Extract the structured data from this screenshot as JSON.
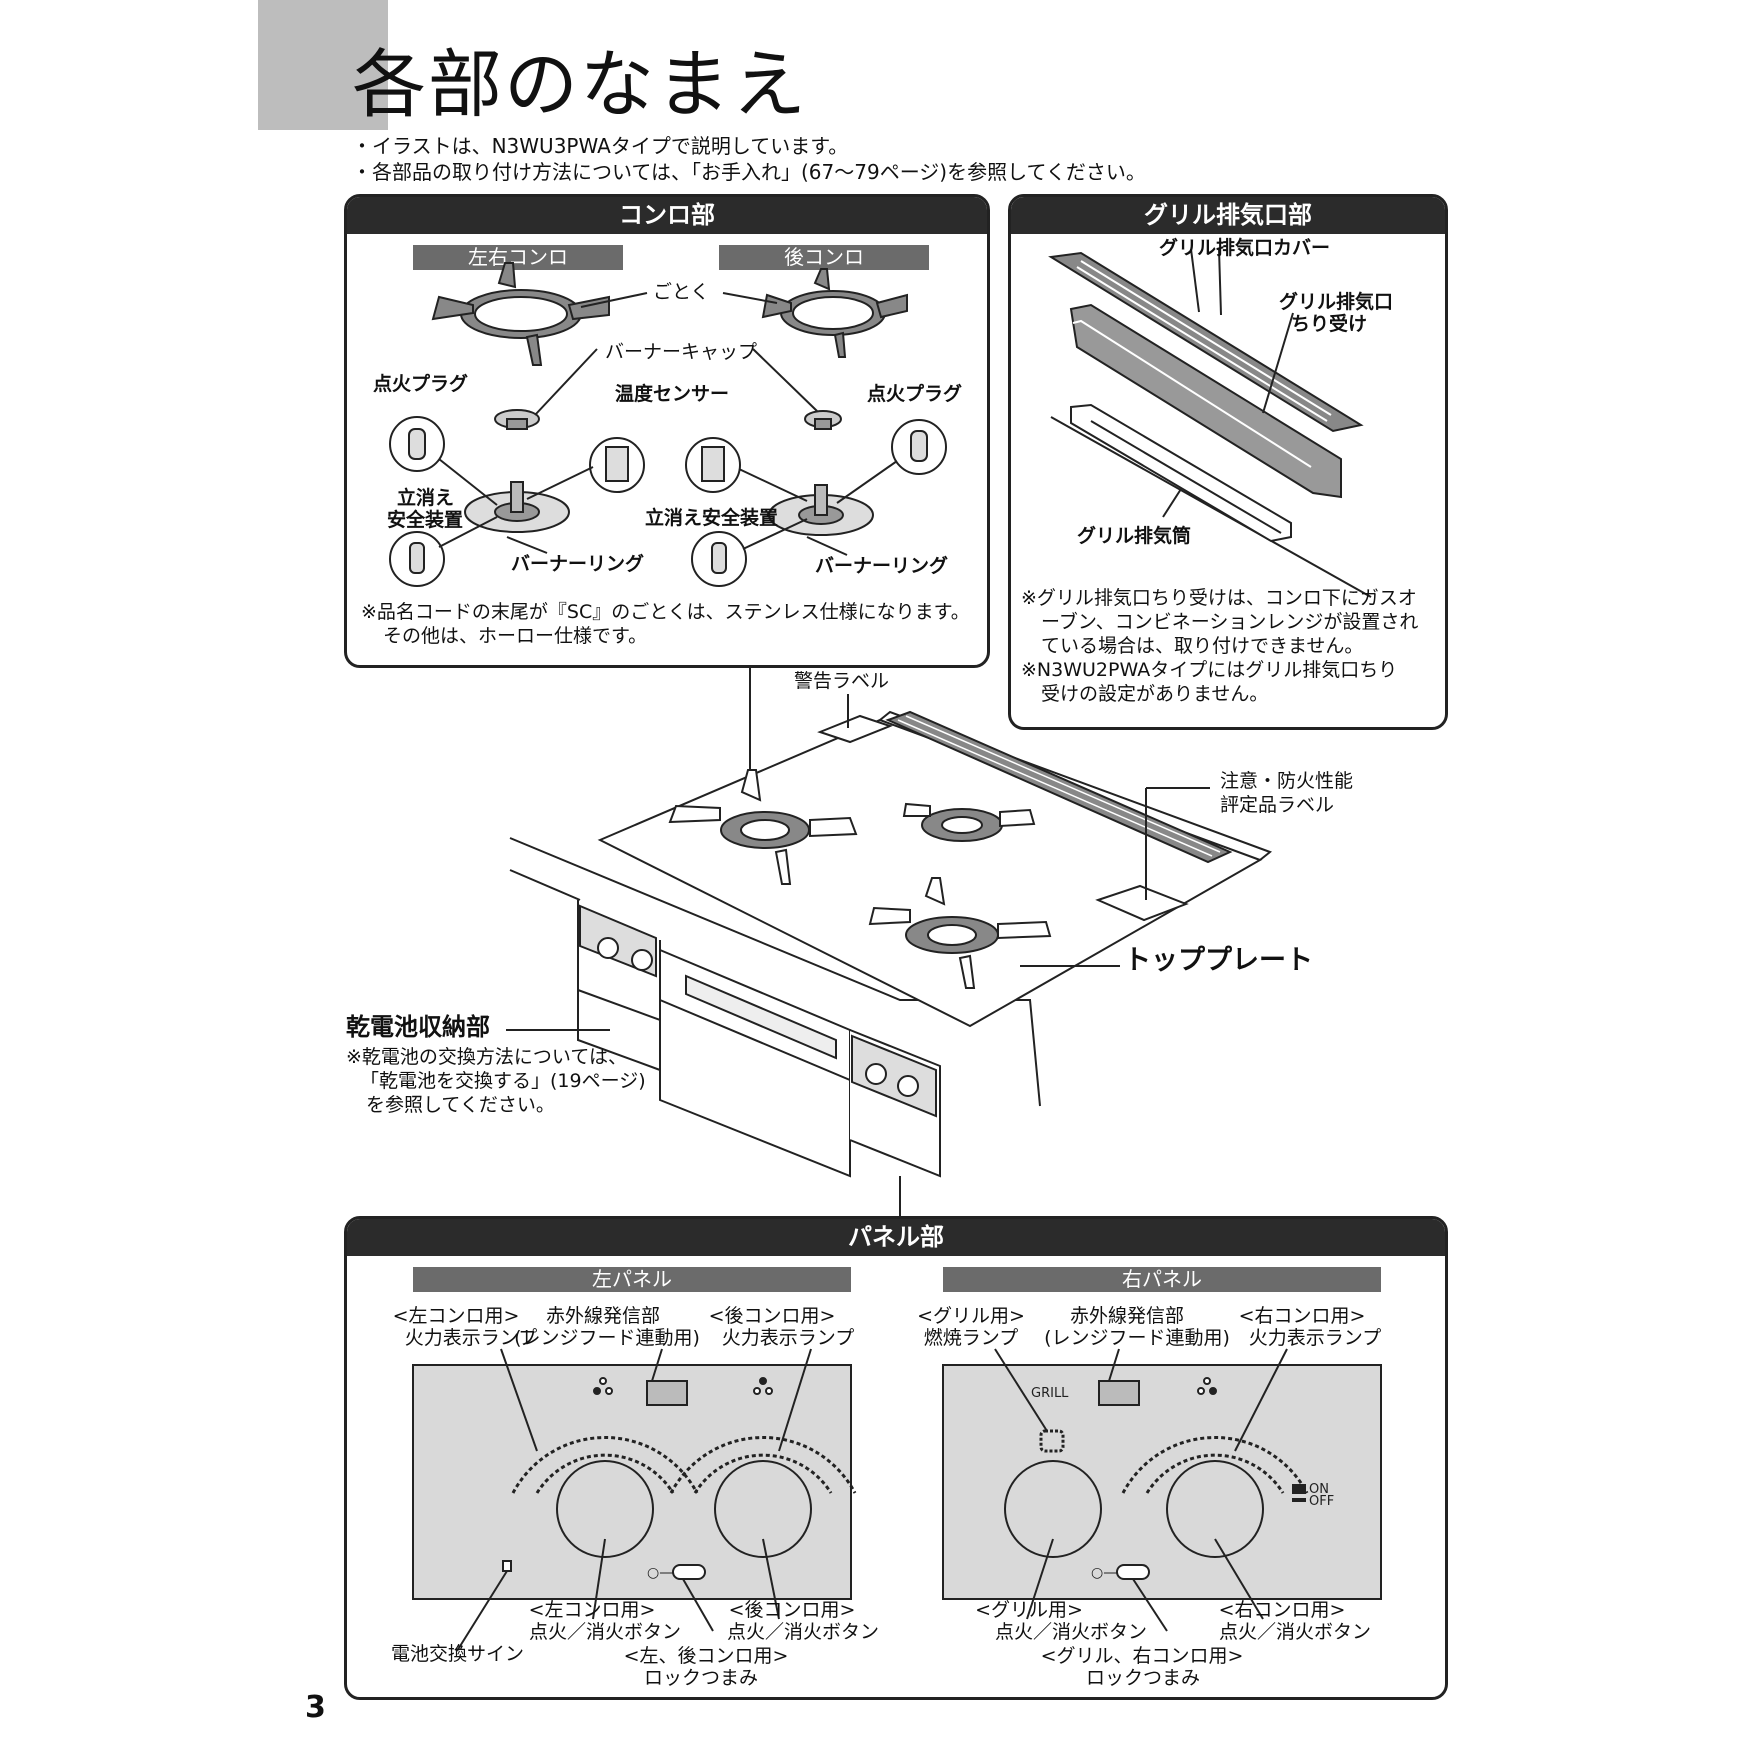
{
  "page": {
    "title": "各部のなまえ",
    "notes": [
      "・イラストは、N3WU3PWAタイプで説明しています。",
      "・各部品の取り付け方法については、「お手入れ」(67〜79ページ)を参照してください。"
    ],
    "page_number": "3"
  },
  "konro": {
    "header": "コンロ部",
    "sub_left": "左右コンロ",
    "sub_right": "後コンロ",
    "labels": {
      "gotoku": "ごとく",
      "burner_cap": "バーナーキャップ",
      "tenka_plug_l": "点火プラグ",
      "tenka_plug_r": "点火プラグ",
      "ondo_sensor": "温度センサー",
      "tachigie_l1": "立消え",
      "tachigie_l2": "安全装置",
      "tachigie_r": "立消え安全装置",
      "burner_ring_l": "バーナーリング",
      "burner_ring_r": "バーナーリング"
    },
    "footnote_1": "※品名コードの末尾が『SC』のごとくは、ステンレス仕様になります。",
    "footnote_2": "その他は、ホーロー仕様です。"
  },
  "grill": {
    "header": "グリル排気口部",
    "labels": {
      "cover": "グリル排気口カバー",
      "chiriuke_1": "グリル排気口",
      "chiriuke_2": "ちり受け",
      "tou": "グリル排気筒"
    },
    "footnotes": [
      "※グリル排気口ちり受けは、コンロ下にガスオ",
      "ーブン、コンビネーションレンジが設置され",
      "ている場合は、取り付けできません。",
      "※N3WU2PWAタイプにはグリル排気口ちり",
      "受けの設定がありません。"
    ]
  },
  "main": {
    "keikoku": "警告ラベル",
    "chuui_1": "注意・防火性能",
    "chuui_2": "評定品ラベル",
    "top_plate": "トッププレート",
    "battery": "乾電池収納部",
    "battery_notes": [
      "※乾電池の交換方法については、",
      "「乾電池を交換する」(19ページ)",
      "を参照してください。"
    ]
  },
  "panel": {
    "header": "パネル部",
    "left": {
      "title": "左パネル",
      "l1a": "<左コンロ用>",
      "l1b": "火力表示ランプ",
      "l2a": "赤外線発信部",
      "l2b": "(レンジフード連動用)",
      "l3a": "<後コンロ用>",
      "l3b": "火力表示ランプ",
      "b1a": "<左コンロ用>",
      "b1b": "点火／消火ボタン",
      "b2a": "<後コンロ用>",
      "b2b": "点火／消火ボタン",
      "b3a": "<左、後コンロ用>",
      "b3b": "ロックつまみ",
      "battery_sign": "電池交換サイン"
    },
    "right": {
      "title": "右パネル",
      "l1a": "<グリル用>",
      "l1b": "燃焼ランプ",
      "l2a": "赤外線発信部",
      "l2b": "(レンジフード連動用)",
      "l3a": "<右コンロ用>",
      "l3b": "火力表示ランプ",
      "grill_text": "GRILL",
      "on": "ON",
      "off": "OFF",
      "b1a": "<グリル用>",
      "b1b": "点火／消火ボタン",
      "b2a": "<右コンロ用>",
      "b2b": "点火／消火ボタン",
      "b3a": "<グリル、右コンロ用>",
      "b3b": "ロックつまみ"
    }
  }
}
